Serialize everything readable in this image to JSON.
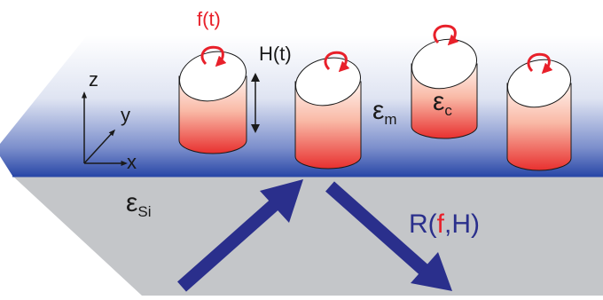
{
  "figure": {
    "rotation_label": "f(t)",
    "height_label": "H(t)",
    "medium_permittivity": {
      "symbol": "ε",
      "subscript": "m"
    },
    "cylinder_permittivity": {
      "symbol": "ε",
      "subscript": "c"
    },
    "substrate_permittivity": {
      "symbol": "ε",
      "subscript": "Si"
    },
    "reflectance": {
      "prefix": "R(",
      "freq": "f",
      "sep": ",",
      "height": "H",
      "suffix": ")"
    },
    "axes": {
      "z": "z",
      "y": "y",
      "x": "x"
    }
  },
  "colors": {
    "accent": "#e8202a",
    "arrow": "#2a2f8c",
    "substrate": "#c4c6c9",
    "interface": "#2b49a8",
    "text": "#1a1a1a"
  }
}
